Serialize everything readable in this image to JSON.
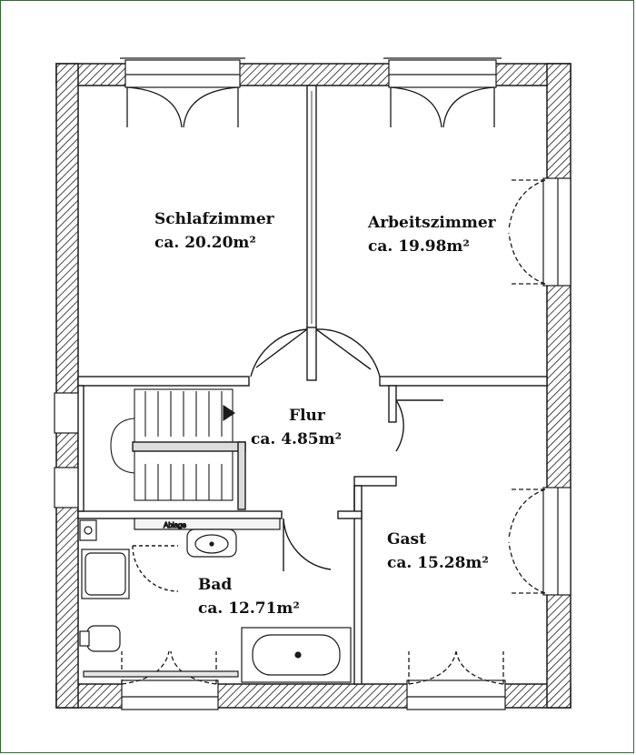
{
  "rooms": {
    "schlafzimmer": {
      "name": "Schlafzimmer",
      "area": "ca. 20.20m²"
    },
    "arbeitszimmer": {
      "name": "Arbeitszimmer",
      "area": "ca. 19.98m²"
    },
    "flur": {
      "name": "Flur",
      "area": "ca. 4.85m²"
    },
    "gast": {
      "name": "Gast",
      "area": "ca. 15.28m²"
    },
    "bad": {
      "name": "Bad",
      "area": "ca. 12.71m²"
    }
  },
  "fixtures": {
    "counter_label": "Ablage"
  },
  "colors": {
    "frame": "#2f6b2f",
    "wall": "#1a1a1a",
    "hatch": "#1a1a1a"
  }
}
